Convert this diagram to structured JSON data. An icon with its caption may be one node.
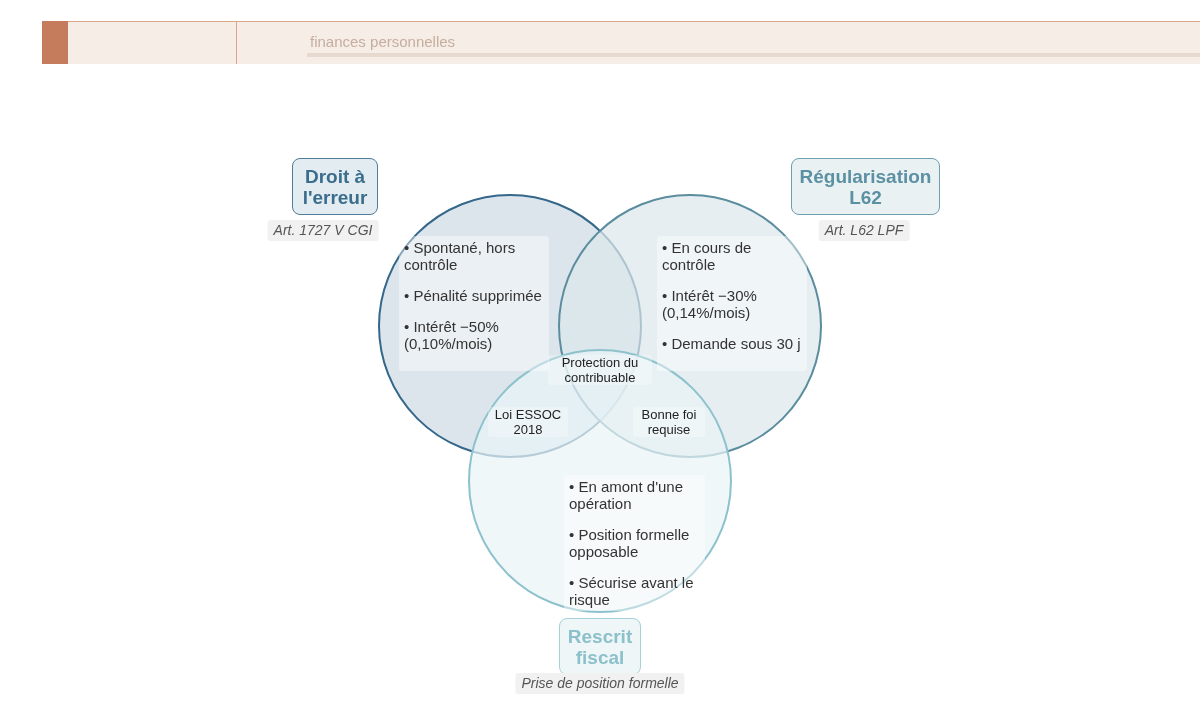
{
  "diagram": {
    "nodes": [
      {
        "text": [
          "Droit à l'erreur"
        ],
        "beside": [
          "Art. 1727 V CGI"
        ]
      },
      {
        "text": [
          "• Spontané, hors contrôle",
          "• Pénalité supprimée",
          "• Intérêt −50% (0,10%/mois)"
        ]
      },
      {
        "text": [
          "Régularisation L62"
        ],
        "beside": [
          "Art. L62 LPF"
        ]
      },
      {
        "text": [
          "• En cours de contrôle",
          "• Intérêt −30% (0,14%/mois)",
          "• Demande sous 30 j"
        ]
      },
      {
        "text": [
          "Rescrit fiscal"
        ],
        "beside": [
          "Prise de position formelle"
        ]
      },
      {
        "text": [
          "• En amont d'une opération",
          "• Position formelle opposable",
          "• Sécurise avant le risque"
        ]
      }
    ],
    "labels": [
      "finances personnelles",
      "Protection du contribuable",
      "Loi ESSOC 2018",
      "Bonne foi requise"
    ]
  }
}
